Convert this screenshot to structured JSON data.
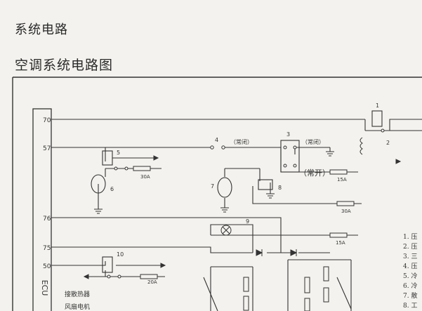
{
  "header": {
    "section_title": "系统电路",
    "diagram_title": "空调系统电路图"
  },
  "diagram": {
    "ecu_label": "ECU",
    "ecu_pins": [
      "70",
      "57",
      "76",
      "75",
      "50"
    ],
    "component_numbers": [
      "1",
      "2",
      "3",
      "4",
      "5",
      "6",
      "7",
      "8",
      "9",
      "10"
    ],
    "state_labels": {
      "normally_closed_a": "（常闭）",
      "normally_closed_b": "（常闭）",
      "normally_open": "（常开）"
    },
    "fuses": [
      "30A",
      "15A",
      "30A",
      "15A",
      "20A"
    ],
    "bottom_note_lines": [
      "接散热器",
      "风扇电机"
    ],
    "legend_items": [
      "1. 压",
      "2. 压",
      "3. 三",
      "4. 压",
      "5. 冷",
      "6. 冷",
      "7. 散",
      "8. 工"
    ]
  }
}
